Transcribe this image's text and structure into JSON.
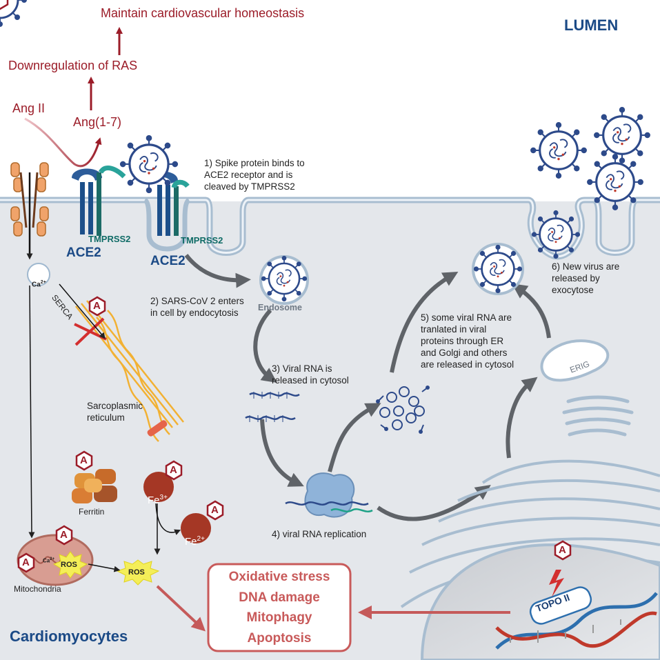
{
  "top": {
    "homeostasis": "Maintain cardiovascular homeostasis",
    "ras": "Downregulation of RAS",
    "ang2": "Ang II",
    "ang17": "Ang(1-7)"
  },
  "regions": {
    "lumen": "LUMEN",
    "cell": "Cardiomyocytes"
  },
  "receptors": {
    "ace2_a": "ACE2",
    "ace2_b": "ACE2",
    "tmprss2_a": "TMPRSS2",
    "tmprss2_b": "TMPRSS2"
  },
  "steps": {
    "s1": "1) Spike protein binds to\nACE2 receptor and is\ncleaved by TMPRSS2",
    "s2": "2) SARS-CoV 2 enters\nin cell by endocytosis",
    "s3": "3) Viral RNA is\nreleased in cytosol",
    "s4": "4) viral RNA replication",
    "s5": "5) some viral RNA are\ntranlated in viral\nproteins through ER\nand Golgi and others\nare released in cytosol",
    "s6": "6) New virus are\nreleased by\nexocytose"
  },
  "organelles": {
    "endosome": "Endosome",
    "erig": "ERIG",
    "sr": "Sarcoplasmic\nreticulum",
    "serca": "SERCA",
    "ferritin": "Ferritin",
    "mito": "Mitochondria",
    "topo": "TOPO II"
  },
  "ions": {
    "ca_top": "Ca",
    "ca_top_sup": "2+",
    "ca_mito": "Ca",
    "ca_mito_sup": "2+",
    "fe3": "Fe",
    "fe3_sup": "3+",
    "fe2": "Fe",
    "fe2_sup": "2+",
    "ros1": "ROS",
    "ros2": "ROS"
  },
  "badge": "A",
  "effects": [
    "Oxidative stress",
    "DNA damage",
    "Mitophagy",
    "Apoptosis"
  ],
  "colors": {
    "accent_red": "#9b1c28",
    "label_blue": "#1b4a86",
    "cell_bg": "#e4e7eb",
    "membrane": "#b2c7da",
    "effect_box": "#c85a5a"
  }
}
